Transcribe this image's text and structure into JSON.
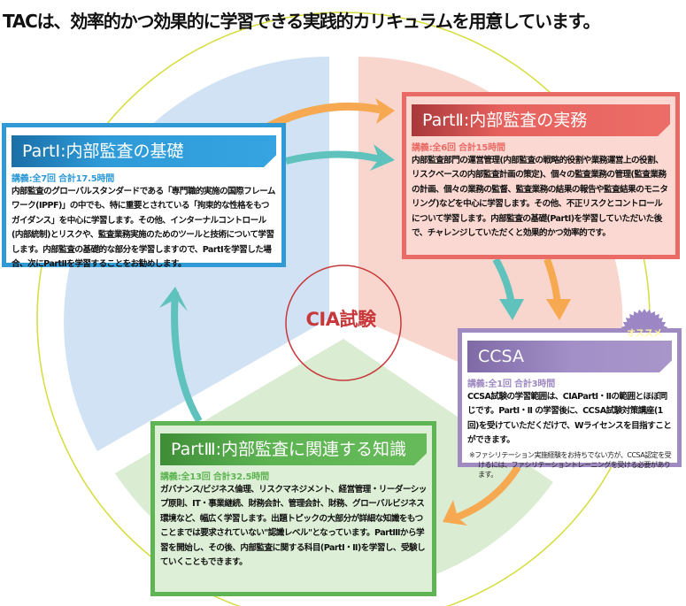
{
  "headline": "TACは、効率的かつ効果的に学習できる実践的カリキュラムを用意しています。",
  "center": {
    "label": "CIA試験"
  },
  "colors": {
    "part1": "#2f9ad6",
    "part2": "#ea6b66",
    "part3": "#5fb553",
    "ccsa": "#9f8bc2",
    "arrow_teal": "#5fc2bd",
    "arrow_orange": "#f7a951",
    "center_ring": "#c8383a",
    "outer_ring": "#d6dc3a"
  },
  "boxes": {
    "part1": {
      "title": "PartⅠ:内部監査の基礎",
      "lecture": "講義:全7回 合計17.5時間",
      "body": "内部監査のグローバルスタンダードである「専門職的実施の国際フレームワーク(IPPF)」の中でも、特に重要とされている「拘束的な性格をもつガイダンス」を中心に学習します。その他、インターナルコントロール(内部統制)とリスクや、監査業務実施のためのツールと技術について学習します。内部監査の基礎的な部分を学習しますので、PartⅠを学習した場合、次にPartⅡを学習することをお勧めします。"
    },
    "part2": {
      "title": "PartⅡ:内部監査の実務",
      "lecture": "講義:全6回 合計15時間",
      "body": "内部監査部門の運営管理(内部監査の戦略的役割や業務運営上の役割、リスクベースの内部監査計画の策定)、個々の監査業務の管理(監査業務の計画、個々の業務の監督、監査業務の結果の報告や監査結果のモニタリング)などを中心に学習します。その他、不正リスクとコントロールについて学習します。内部監査の基礎(PartⅠ)を学習していただいた後で、チャレンジしていただくと効果的かつ効率的です。"
    },
    "part3": {
      "title": "PartⅢ:内部監査に関連する知識",
      "lecture": "講義:全13回 合計32.5時間",
      "body": "ガバナンス/ビジネス倫理、リスクマネジメント、経営管理・リーダーシップ原則、IT・事業継続、財務会計、管理会計、財務、グローバルビジネス環境など、幅広く学習します。出題トピックの大部分が詳細な知識をもつことまでは要求されていない\"認識レベル\"となっています。PartⅢから学習を開始し、その後、内部監査に関する科目(PartⅠ・Ⅱ)を学習し、受験していくこともできます。"
    },
    "ccsa": {
      "title": "CCSA",
      "badge": "オススメ",
      "lecture": "講義:全1回 合計3時間",
      "body": "CCSA試験の学習範囲は、CIAPartⅠ・Ⅱの範囲とほぼ同じです。PartⅠ・Ⅱ の学習後に、CCSA試験対策講座(1回)を受けていただくだけで、Wライセンスを目指すことができます。",
      "note": "※ファシリテーション実施経験をお持ちでない方が、CCSA認定を受けるには、ファシリテーショントレーニングを受ける必要があります。"
    }
  },
  "flow_arrows": [
    {
      "from": "part1",
      "to": "part2",
      "color": "orange"
    },
    {
      "from": "part1",
      "to": "part2",
      "color": "teal"
    },
    {
      "from": "part2",
      "to": "ccsa",
      "color": "teal"
    },
    {
      "from": "part2",
      "to": "ccsa",
      "color": "orange"
    },
    {
      "from": "ccsa",
      "to": "part3",
      "color": "orange"
    },
    {
      "from": "part3",
      "to": "part1",
      "color": "teal"
    }
  ]
}
